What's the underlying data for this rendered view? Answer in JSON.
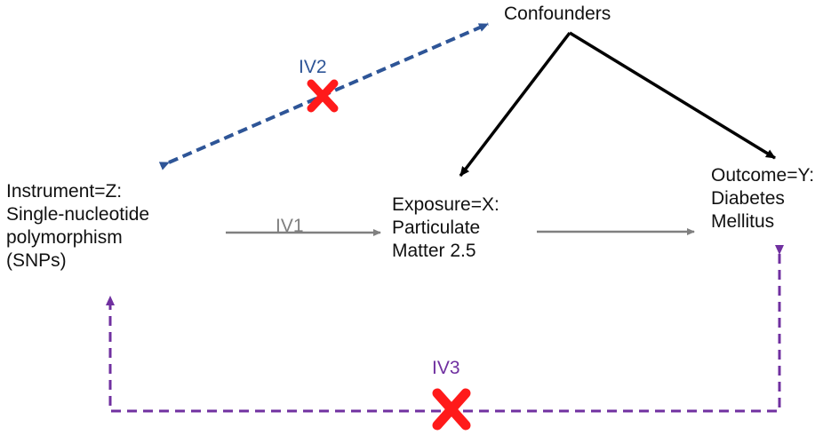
{
  "nodes": {
    "confounders": {
      "label": "Confounders"
    },
    "instrument": {
      "lines": [
        "Instrument=Z:",
        "Single-nucleotide",
        "polymorphism",
        "(SNPs)"
      ]
    },
    "exposure": {
      "lines": [
        "Exposure=X:",
        "Particulate",
        "Matter 2.5"
      ]
    },
    "outcome": {
      "lines": [
        "Outcome=Y:",
        "Diabetes",
        "Mellitus"
      ]
    }
  },
  "assumptions": {
    "iv1": {
      "label": "IV1",
      "color": "#7f7f7f",
      "violated": false
    },
    "iv2": {
      "label": "IV2",
      "color": "#2e5597",
      "violated": true
    },
    "iv3": {
      "label": "IV3",
      "color": "#7030a0",
      "violated": true
    }
  },
  "colors": {
    "causal_arrow": "#808080",
    "confounder_arrow": "#000000",
    "violation_mark": "#ff0000",
    "violation_mark_outline": "#c00000"
  },
  "icons": {
    "violation": "cross-mark-icon"
  }
}
